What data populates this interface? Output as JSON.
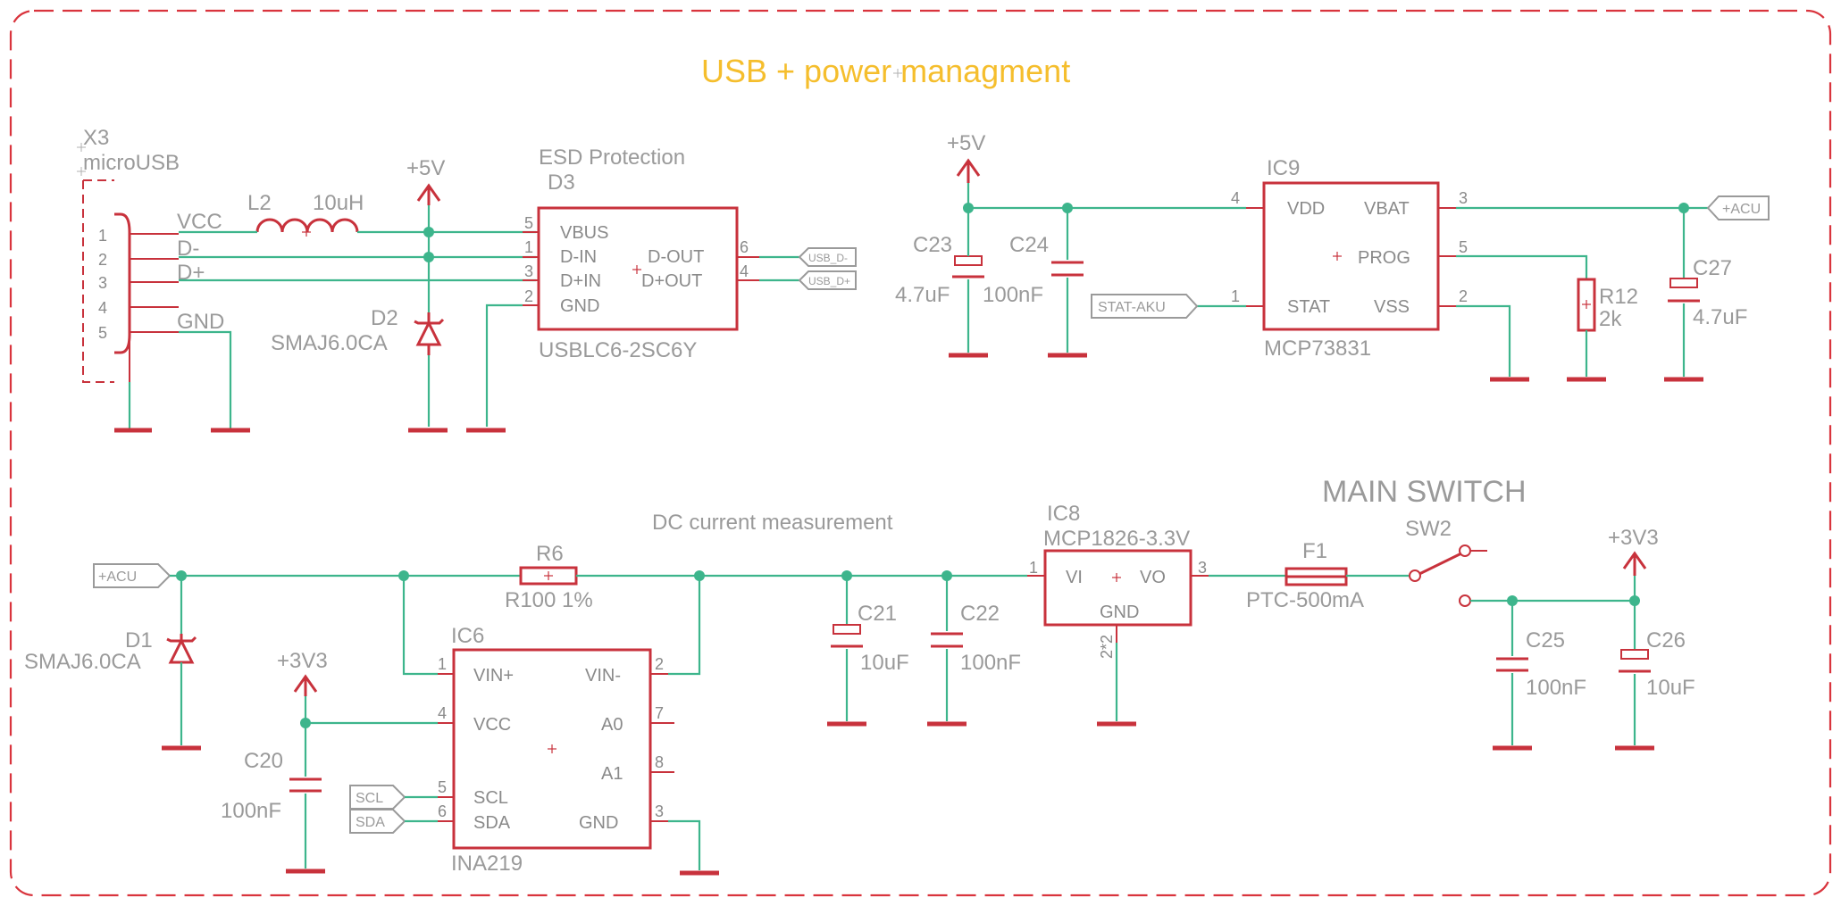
{
  "title": "USB + power managment",
  "main_switch": "MAIN SWITCH",
  "x3": {
    "ref": "X3",
    "value": "microUSB",
    "pins": [
      "1",
      "2",
      "3",
      "4",
      "5"
    ],
    "nets": [
      "VCC",
      "D-",
      "D+",
      "GND"
    ]
  },
  "l2": {
    "ref": "L2",
    "value": "10uH"
  },
  "pwr_5v_a": "+5V",
  "pwr_5v_b": "+5V",
  "d2": {
    "ref": "D2",
    "value": "SMAJ6.0CA"
  },
  "esd_note": "ESD Protection",
  "d3": {
    "ref": "D3",
    "value": "USBLC6-2SC6Y",
    "pins_left": [
      "VBUS",
      "D-IN",
      "D+IN",
      "GND"
    ],
    "pins_right": [
      "D-OUT",
      "D+OUT"
    ],
    "nums_left": [
      "5",
      "1",
      "3",
      "2"
    ],
    "nums_right": [
      "6",
      "4"
    ]
  },
  "flag_usb_dm": "USB_D-",
  "flag_usb_dp": "USB_D+",
  "c23": {
    "ref": "C23",
    "value": "4.7uF"
  },
  "c24": {
    "ref": "C24",
    "value": "100nF"
  },
  "flag_stat": "STAT-AKU",
  "ic9": {
    "ref": "IC9",
    "value": "MCP73831",
    "pin_vdd": "VDD",
    "pin_vbat": "VBAT",
    "pin_prog": "PROG",
    "pin_stat": "STAT",
    "pin_vss": "VSS",
    "n_vdd": "4",
    "n_vbat": "3",
    "n_prog": "5",
    "n_stat": "1",
    "n_vss": "2"
  },
  "flag_acu_a": "+ACU",
  "r12": {
    "ref": "R12",
    "value": "2k"
  },
  "c27": {
    "ref": "C27",
    "value": "4.7uF"
  },
  "flag_acu_b": "+ACU",
  "d1": {
    "ref": "D1",
    "value": "SMAJ6.0CA"
  },
  "dc_note": "DC current measurement",
  "r6": {
    "ref": "R6",
    "value": "R100 1%"
  },
  "pwr_3v3_a": "+3V3",
  "c20": {
    "ref": "C20",
    "value": "100nF"
  },
  "ic6": {
    "ref": "IC6",
    "value": "INA219",
    "pin_vinp": "VIN+",
    "pin_vinm": "VIN-",
    "pin_vcc": "VCC",
    "pin_a0": "A0",
    "pin_a1": "A1",
    "pin_scl": "SCL",
    "pin_sda": "SDA",
    "pin_gnd": "GND",
    "n_vinp": "1",
    "n_vinm": "2",
    "n_vcc": "4",
    "n_a0": "7",
    "n_a1": "8",
    "n_scl": "5",
    "n_sda": "6",
    "n_gnd": "3"
  },
  "flag_scl": "SCL",
  "flag_sda": "SDA",
  "c21": {
    "ref": "C21",
    "value": "10uF"
  },
  "c22": {
    "ref": "C22",
    "value": "100nF"
  },
  "ic8": {
    "ref": "IC8",
    "value": "MCP1826-3.3V",
    "pin_vi": "VI",
    "pin_vo": "VO",
    "pin_gnd": "GND",
    "n_vi": "1",
    "n_vo": "3",
    "n_gnd": "2*2"
  },
  "f1": {
    "ref": "F1",
    "value": "PTC-500mA"
  },
  "sw2": {
    "ref": "SW2"
  },
  "pwr_3v3_b": "+3V3",
  "c25": {
    "ref": "C25",
    "value": "100nF"
  },
  "c26": {
    "ref": "C26",
    "value": "10uF"
  }
}
